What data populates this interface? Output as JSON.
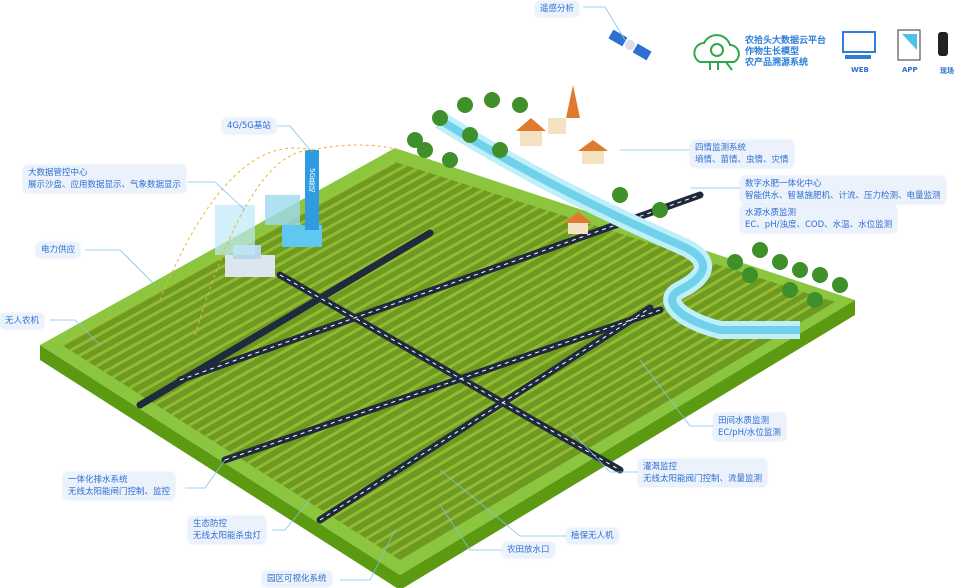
{
  "labels": {
    "remote_sensing": "遥感分析",
    "base_station": "4G/5G基站",
    "bigdata_center": {
      "title": "大数据管控中心",
      "desc": "展示沙盘、应用数据显示、气象数据显示"
    },
    "power": "电力供应",
    "unmanned_machine": "无人农机",
    "four_conditions": {
      "title": "四情监测系统",
      "desc": "墒情、苗情、虫情、灾情"
    },
    "water_fertilizer": {
      "title": "数字水肥一体化中心",
      "desc": "智能供水、智慧施肥机、计流、压力检测、电量监测"
    },
    "water_source": {
      "title": "水源水质监测",
      "desc": "EC、pH/浊度、COD、水温、水位监测"
    },
    "field_water": {
      "title": "田间水质监测",
      "desc": "EC/pH/水位监测"
    },
    "irrigation": {
      "title": "灌溉监控",
      "desc": "无线太阳能阀门控制、流量监测"
    },
    "drainage": {
      "title": "一体化排水系统",
      "desc": "无线太阳能闸门控制、监控"
    },
    "eco_control": {
      "title": "生态防控",
      "desc": "无线太阳能杀虫灯"
    },
    "drone": "植保无人机",
    "outlet": "农田放水口",
    "visual": "园区可视化系统",
    "tower_text": "5G基站"
  },
  "platform": {
    "lines": [
      "农拾头大数据云平台",
      "作物生长模型",
      "农产品溯源系统"
    ],
    "terminals": [
      "WEB",
      "APP",
      "现场"
    ]
  },
  "colors": {
    "label_text": "#2f6fd0",
    "label_bg": "#ebf2fc",
    "field": "#7cbb1e",
    "edge": "#5c9a12",
    "road": "#1f2a3c",
    "river": "#8fe0f0"
  }
}
